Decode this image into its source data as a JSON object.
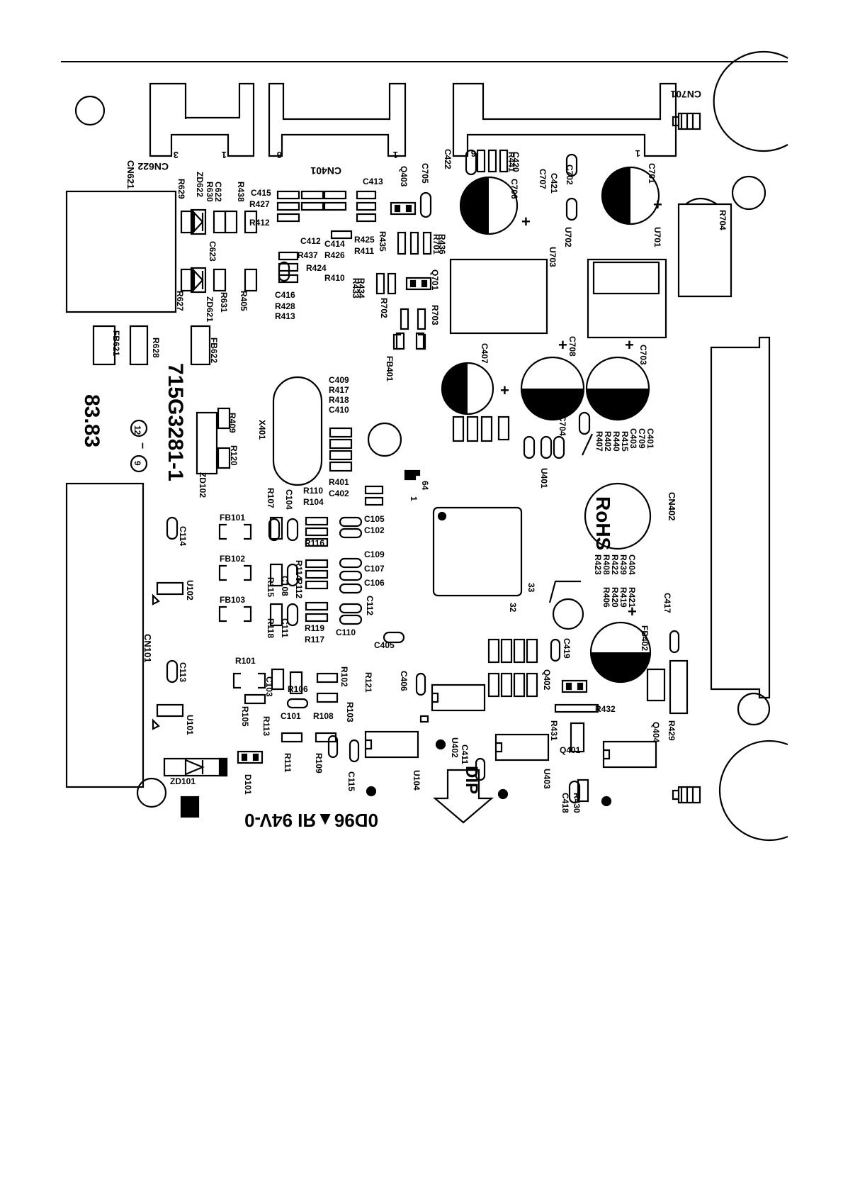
{
  "board": {
    "part_number": "715G3281-1",
    "date_code": "83.83",
    "rev_mark_a": "12",
    "rev_mark_b": "9",
    "rohs": "RoHS",
    "ul_marking": "0D96▲ЯΙ 94V-0",
    "dip_arrow": "DIP"
  },
  "connectors": [
    {
      "id": "CN622",
      "pin_a": "3",
      "pin_b": "1"
    },
    {
      "id": "CN401",
      "pin_a": "6",
      "pin_b": "1"
    },
    {
      "id": "CN701",
      "pin_a": "6",
      "pin_b": "1"
    },
    {
      "id": "CN621"
    },
    {
      "id": "CN101"
    },
    {
      "id": "CN402"
    }
  ],
  "ic_pins": {
    "u401_64": "64",
    "u401_1": "1",
    "u401_33": "33",
    "u401_32": "32"
  },
  "designators": [
    "ZD622",
    "R630",
    "C622",
    "R438",
    "C415",
    "R427",
    "R412",
    "R629",
    "C413",
    "Q403",
    "C705",
    "C422",
    "C420",
    "R441",
    "C706",
    "C707",
    "C421",
    "C702",
    "C701",
    "R704",
    "U701",
    "U702",
    "U703",
    "R701",
    "R436",
    "R435",
    "R425",
    "R411",
    "C412",
    "C414",
    "R437",
    "R426",
    "R424",
    "R410",
    "R433",
    "R434",
    "Q701",
    "R702",
    "R703",
    "FB401",
    "C416",
    "R428",
    "R413",
    "C623",
    "R627",
    "ZD621",
    "R631",
    "R405",
    "FB621",
    "R628",
    "FB622",
    "X401",
    "C409",
    "R417",
    "R418",
    "C410",
    "R409",
    "R120",
    "ZD102",
    "C407",
    "C708",
    "C703",
    "C704",
    "C401",
    "C709",
    "C403",
    "R415",
    "R440",
    "R402",
    "R407",
    "U401",
    "R401",
    "C402",
    "R110",
    "R104",
    "R107",
    "C104",
    "C105",
    "C102",
    "R116",
    "C109",
    "C107",
    "C106",
    "C112",
    "C110",
    "R119",
    "R117",
    "R114",
    "R115",
    "C108",
    "R112",
    "R118",
    "C111",
    "C405",
    "C404",
    "R439",
    "R422",
    "R408",
    "R423",
    "R421",
    "R419",
    "R420",
    "R406",
    "C417",
    "FB402",
    "C419",
    "Q402",
    "R432",
    "R431",
    "R429",
    "Q404",
    "Q401",
    "U403",
    "C418",
    "R430",
    "C411",
    "U402",
    "U104",
    "C115",
    "C406",
    "R121",
    "R102",
    "R103",
    "R106",
    "C103",
    "R101",
    "R105",
    "R113",
    "C101",
    "R108",
    "R111",
    "R109",
    "D101",
    "ZD101",
    "U101",
    "U102",
    "C113",
    "C114",
    "FB101",
    "FB102",
    "FB103"
  ]
}
